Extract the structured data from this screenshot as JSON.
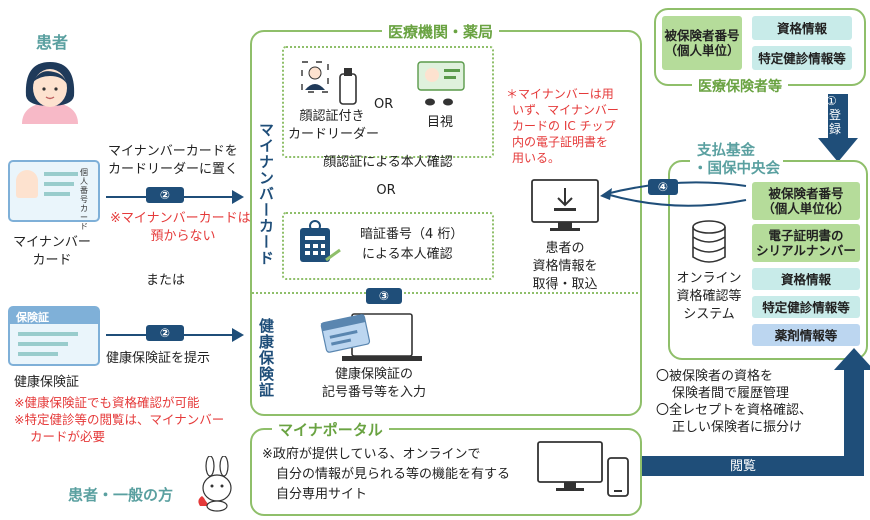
{
  "patient": {
    "title": "患者"
  },
  "mynumber_card": {
    "label_1": "マイナンバー",
    "label_2": "カード",
    "instruction_1": "マイナンバーカードを",
    "instruction_2": "カードリーダーに置く",
    "step": "②",
    "warning_1": "※マイナンバーカードは",
    "warning_2": "預からない",
    "card_text": "個人番号カード"
  },
  "or_text": "または",
  "insurance_card": {
    "card_text": "保険証",
    "label": "健康保険証",
    "step": "②",
    "instruction": "健康保険証を提示",
    "note_1": "※健康保険証でも資格確認が可能",
    "note_2": "※特定健診等の閲覧は、マイナンバー",
    "note_3": "カードが必要"
  },
  "medical": {
    "title": "医療機関・薬局",
    "mynumber_vertical": "マイナンバーカード",
    "insurance_vertical": "健康保険証",
    "face_reader_1": "顔認証付き",
    "face_reader_2": "カードリーダー",
    "or_1": "OR",
    "visual": "目視",
    "face_auth": "顔認証による本人確認",
    "or_2": "OR",
    "pin_1": "暗証番号（4 桁）",
    "pin_2": "による本人確認",
    "step3": "③",
    "insurance_input_1": "健康保険証の",
    "insurance_input_2": "記号番号等を入力",
    "note_1": "＊マイナンバーは用",
    "note_2": "いず、マイナンバー",
    "note_3": "カードの IC チップ",
    "note_4": "内の電子証明書を",
    "note_5": "用いる。",
    "acquire_1": "患者の",
    "acquire_2": "資格情報を",
    "acquire_3": "取得・取込"
  },
  "insurer": {
    "title": "医療保険者等",
    "number_1": "被保険者番号",
    "number_2": "（個人単位）",
    "qualification": "資格情報",
    "checkup": "特定健診情報等",
    "register_step": "①",
    "register": "登録"
  },
  "payment": {
    "title_1": "支払基金",
    "title_2": "・国保中央会",
    "step4": "④",
    "system_1": "オンライン",
    "system_2": "資格確認等",
    "system_3": "システム",
    "number_1": "被保険者番号",
    "number_2": "（個人単位化）",
    "cert_1": "電子証明書の",
    "cert_2": "シリアルナンバー",
    "qualification": "資格情報",
    "checkup": "特定健診情報等",
    "drug": "薬剤情報等",
    "bullet_1a": "〇被保険者の資格を",
    "bullet_1b": "保険者間で履歴管理",
    "bullet_2a": "〇全レセプトを資格確認、",
    "bullet_2b": "正しい保険者に振分け"
  },
  "portal": {
    "title": "マイナポータル",
    "desc_1": "※政府が提供している、オンラインで",
    "desc_2": "自分の情報が見られる等の機能を有する",
    "desc_3": "自分専用サイト",
    "view": "閲覧"
  },
  "general": {
    "title": "患者・一般の方"
  }
}
